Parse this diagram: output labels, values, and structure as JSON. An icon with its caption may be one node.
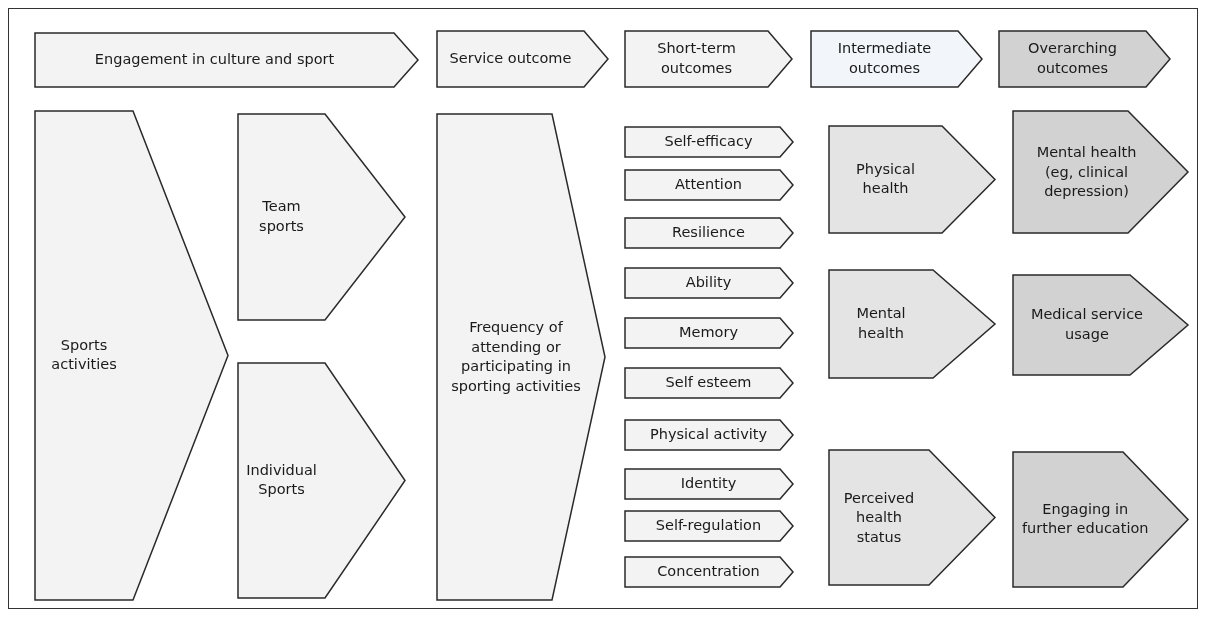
{
  "diagram": {
    "nodes": [
      {
        "text": [
          "Engagement in culture and sport"
        ]
      },
      {
        "text": [
          "Service outcome"
        ]
      },
      {
        "text": [
          "Short-term outcomes"
        ]
      },
      {
        "text": [
          "Intermediate outcomes"
        ]
      },
      {
        "text": [
          "Overarching outcomes"
        ]
      },
      {
        "text": [
          "Sports activities"
        ]
      },
      {
        "text": [
          "Team sports"
        ]
      },
      {
        "text": [
          "Individual Sports"
        ]
      },
      {
        "text": [
          "Frequency of attending or participating in sporting activities"
        ]
      },
      {
        "text": [
          "Self-efficacy"
        ]
      },
      {
        "text": [
          "Attention"
        ]
      },
      {
        "text": [
          "Resilience"
        ]
      },
      {
        "text": [
          "Ability"
        ]
      },
      {
        "text": [
          "Memory"
        ]
      },
      {
        "text": [
          "Self esteem"
        ]
      },
      {
        "text": [
          "Physical activity"
        ]
      },
      {
        "text": [
          "Identity"
        ]
      },
      {
        "text": [
          "Self-regulation"
        ]
      },
      {
        "text": [
          "Concentration"
        ]
      },
      {
        "text": [
          "Physical health"
        ]
      },
      {
        "text": [
          "Mental health"
        ]
      },
      {
        "text": [
          "Perceived health status"
        ]
      },
      {
        "text": [
          "Mental health (eg, clinical depression)"
        ]
      },
      {
        "text": [
          "Medical service usage"
        ]
      },
      {
        "text": [
          "Engaging in further education"
        ]
      }
    ]
  }
}
